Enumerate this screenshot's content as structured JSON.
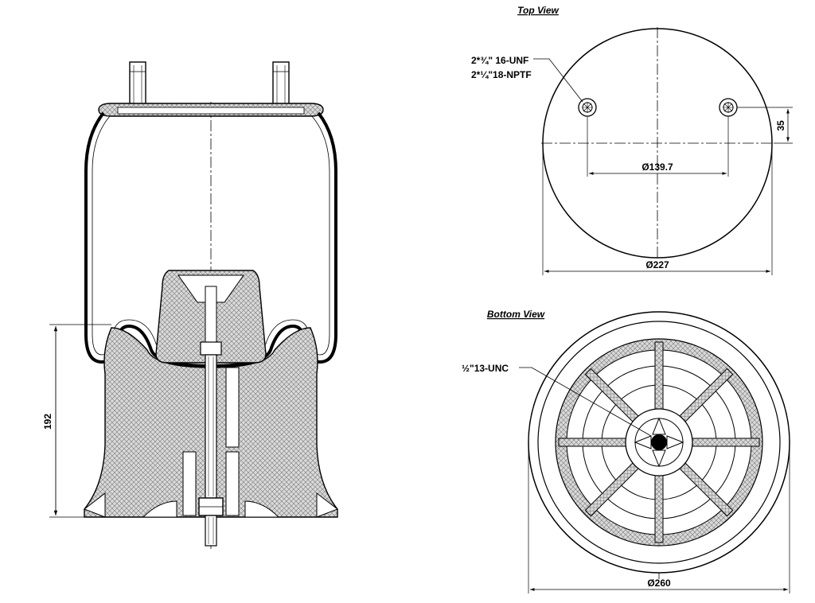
{
  "top_view": {
    "title": "Top View",
    "thread_1": "2*¾\" 16-UNF",
    "thread_2": "2*¼\"18-NPTF",
    "dim_offset": "35",
    "dim_stud_spacing": "Ø139.7",
    "dim_diameter": "Ø227"
  },
  "bottom_view": {
    "title": "Bottom View",
    "thread": "½\"13-UNC",
    "dim_diameter": "Ø260"
  },
  "side_view": {
    "dim_height": "192"
  }
}
